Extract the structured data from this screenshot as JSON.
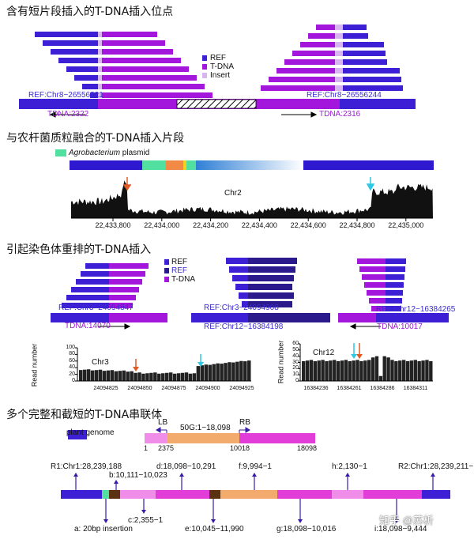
{
  "colors": {
    "ref": "#3d1fd6",
    "tdna": "#a316dc",
    "insert": "#d8b4f0",
    "ref_dark": "#2b1a8c",
    "plasmid_bg": "#2e18d0",
    "green": "#52e0a0",
    "orange": "#f2a66a",
    "magenta": "#e83ce0",
    "pink": "#f28ae8",
    "brown": "#5a3212",
    "arrow_red": "#e05a25",
    "arrow_cyan": "#2cc8e4"
  },
  "sections": {
    "s1": {
      "title": "含有短片段插入的T-DNA插入位点",
      "legend": [
        "REF",
        "T-DNA",
        "Insert"
      ],
      "left_ref": "REF:Chr8−26556221",
      "right_ref": "REF:Chr8−26556244",
      "left_tdna": "TDNA:2322",
      "right_tdna": "TDNA:2316"
    },
    "s2": {
      "title": "与农杆菌质粒融合的T-DNA插入片段",
      "plasmid_label_italic": "Agrobacterium",
      "plasmid_label_rest": " plasmid",
      "chrom": "Chr2",
      "ticks": [
        "22,433,800",
        "22,434,000",
        "22,434,200",
        "22,434,400",
        "22,434,600",
        "22,434,800",
        "22,435,000"
      ]
    },
    "s3": {
      "title": "引起染色体重排的T-DNA插入",
      "legend": [
        "REF",
        "REF",
        "T-DNA"
      ],
      "a_ref": "REF:Chr3−24094847",
      "a_tdna": "TDNA:14070",
      "b_ref_top": "REF:Chr3−24094908",
      "b_ref_bottom": "REF:Chr12−16384198",
      "c_ref": "REF:Chr12−16384265",
      "c_tdna": "TDNA:10017",
      "plot1": {
        "chrom": "Chr3",
        "ylabel": "Read number",
        "yticks": [
          "0",
          "20",
          "40",
          "60",
          "80",
          "100"
        ],
        "xticks": [
          "24094825",
          "24094850",
          "24094875",
          "24094900",
          "24094925"
        ]
      },
      "plot2": {
        "chrom": "Chr12",
        "ylabel": "Read number",
        "yticks": [
          "0",
          "10",
          "20",
          "30",
          "40",
          "50",
          "60"
        ],
        "xticks": [
          "16384236",
          "16384261",
          "16384286",
          "16384311"
        ]
      }
    },
    "s4": {
      "title": "多个完整和截短的T-DNA串联体",
      "legend": "plant genome",
      "lb": "LB",
      "rb": "RB",
      "vector_label": "50G:1−18,098",
      "nums": [
        "1",
        "2375",
        "10018",
        "18098"
      ],
      "above": {
        "r1": "R1:Chr1:28,239,188",
        "b": "b:10,111−10,023",
        "d": "d:18,098−10,291",
        "f": "f:9,994−1",
        "h": "h:2,130−1",
        "r2": "R2:Chr1:28,239,211−"
      },
      "below": {
        "a": "a: 20bp insertion",
        "c": "c:2,355−1",
        "e": "e:10,045−11,990",
        "g": "g:18,098−10,016",
        "i": "i:18,098−9,444"
      },
      "watermark": "知乎 @苏析"
    }
  }
}
